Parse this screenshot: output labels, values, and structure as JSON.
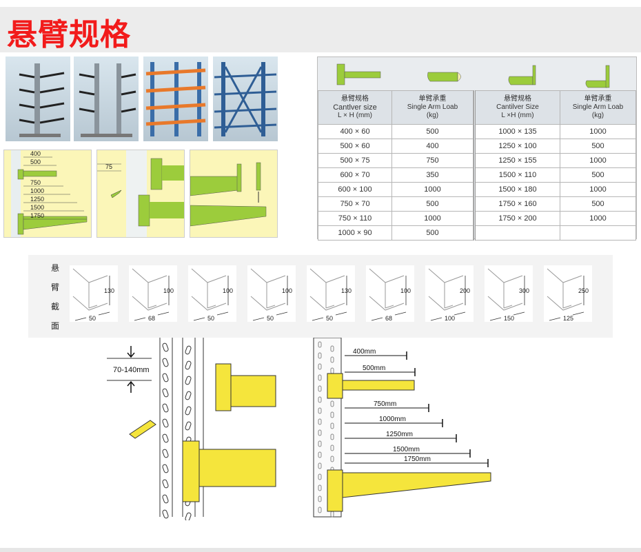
{
  "title": "悬臂规格",
  "photos": [
    "rack-photo-1",
    "rack-photo-2",
    "rack-photo-3",
    "rack-photo-4"
  ],
  "diagram_lengths": [
    "400",
    "500",
    "750",
    "1000",
    "1250",
    "1500",
    "1750"
  ],
  "diagram_pitch": "75",
  "spec_table": {
    "left": {
      "header_size": [
        "悬臂规格",
        "Cantlver size",
        "L × H (mm)"
      ],
      "header_load": [
        "单臂承重",
        "Single Arm Loab",
        "(kg)"
      ],
      "rows": [
        [
          "400 × 60",
          "500"
        ],
        [
          "500 × 60",
          "400"
        ],
        [
          "500 × 75",
          "750"
        ],
        [
          "600 × 70",
          "350"
        ],
        [
          "600 × 100",
          "1000"
        ],
        [
          "750 × 70",
          "500"
        ],
        [
          "750 × 110",
          "1000"
        ],
        [
          "1000 × 90",
          "500"
        ]
      ]
    },
    "right": {
      "header_size": [
        "悬臂规格",
        "Cantilver Size",
        "L ×H (mm)"
      ],
      "header_load": [
        "单臂承重",
        "Single Arm Loab",
        "(kg)"
      ],
      "rows": [
        [
          "1000 × 135",
          "1000"
        ],
        [
          "1250 × 100",
          "500"
        ],
        [
          "1250 × 155",
          "1000"
        ],
        [
          "1500 × 110",
          "500"
        ],
        [
          "1500 × 180",
          "1000"
        ],
        [
          "1750 × 160",
          "500"
        ],
        [
          "1750 × 200",
          "1000"
        ],
        [
          "",
          ""
        ]
      ]
    }
  },
  "section": {
    "label": [
      "悬",
      "臂",
      "截",
      "面"
    ],
    "profiles": [
      {
        "h": "130",
        "w": "50"
      },
      {
        "h": "100",
        "w": "68"
      },
      {
        "h": "100",
        "w": "50"
      },
      {
        "h": "100",
        "w": "50"
      },
      {
        "h": "130",
        "w": "50"
      },
      {
        "h": "100",
        "w": "68"
      },
      {
        "h": "200",
        "w": "100"
      },
      {
        "h": "300",
        "w": "150"
      },
      {
        "h": "250",
        "w": "125"
      }
    ]
  },
  "bottom_left": {
    "pitch_label": "70-140mm"
  },
  "bottom_right": {
    "lengths": [
      "400mm",
      "500mm",
      "750mm",
      "1000mm",
      "1250mm",
      "1500mm",
      "1750mm"
    ]
  },
  "colors": {
    "title": "#f21b1b",
    "arm_green": "#9ccc3c",
    "arm_yellow": "#f5e53c"
  }
}
